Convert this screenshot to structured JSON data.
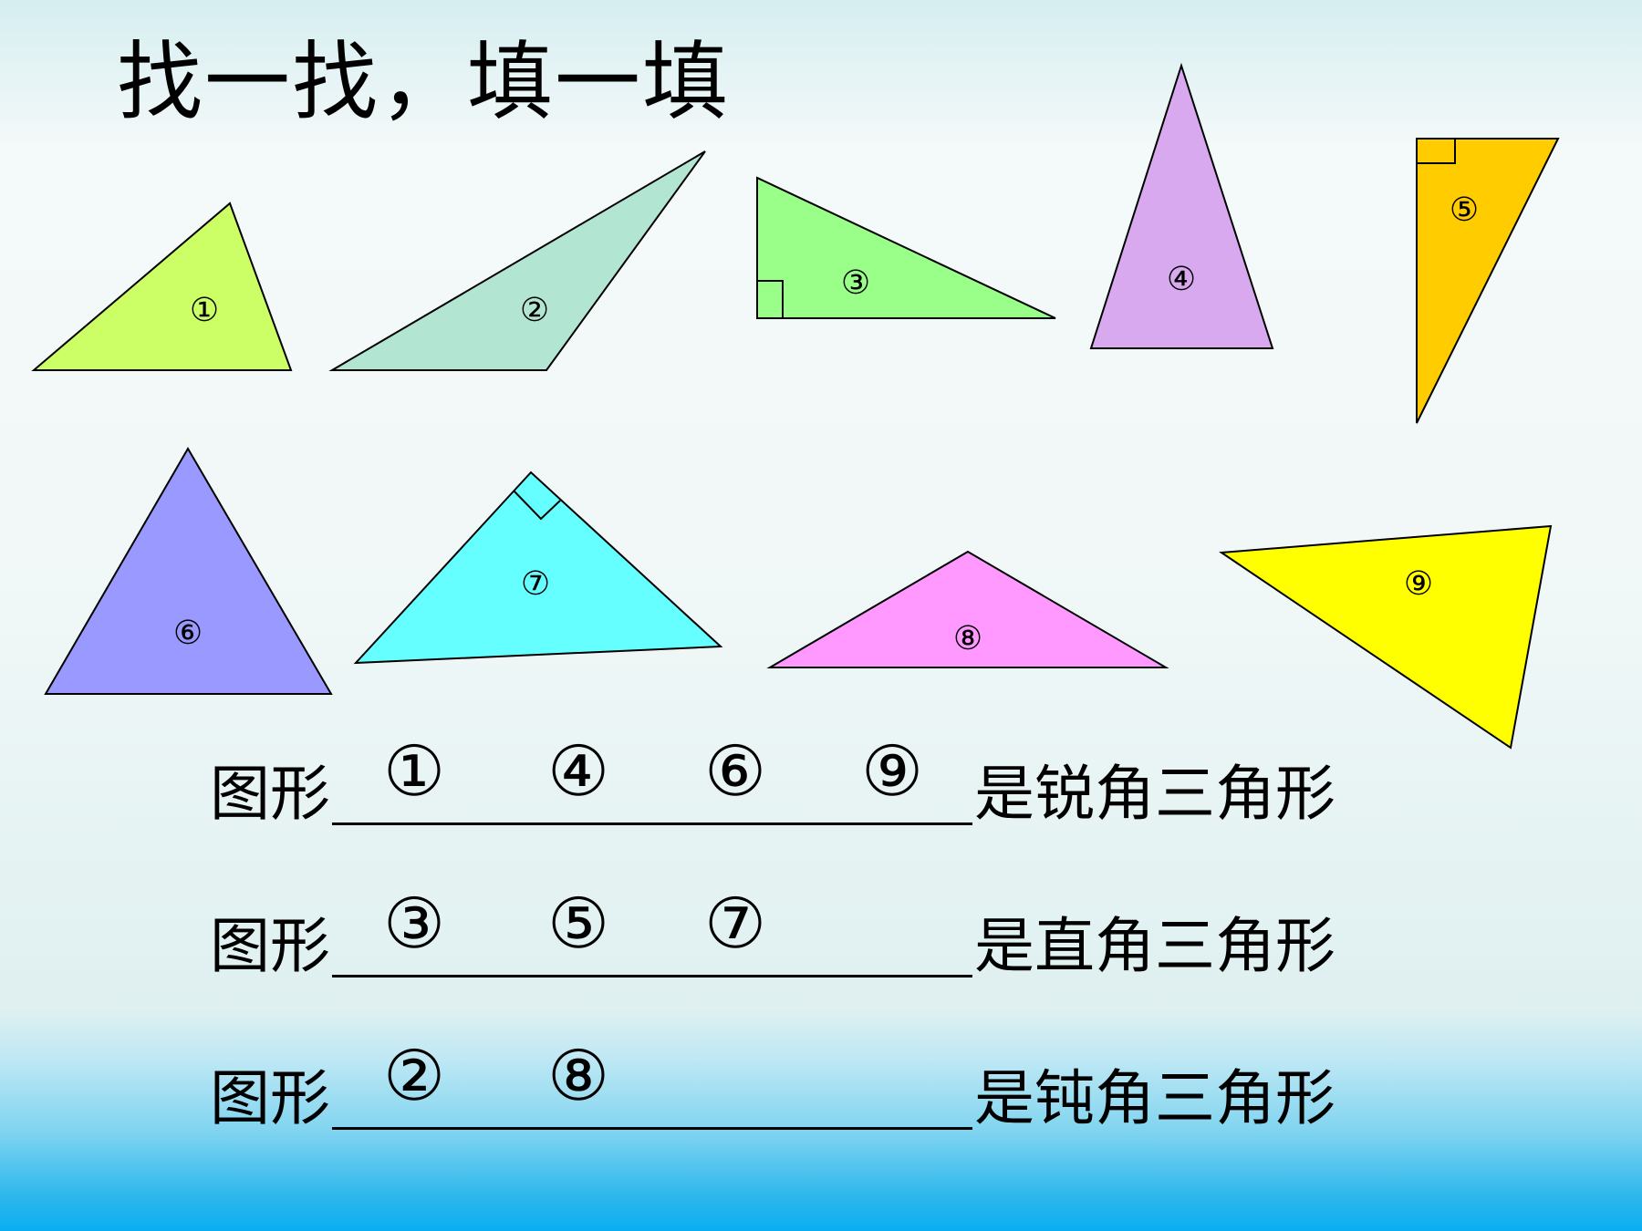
{
  "title": "找一找，填一填",
  "colors": {
    "shape_stroke": "#000000",
    "fill_1": "#CCFF66",
    "fill_2": "#B3E6D2",
    "fill_3": "#99FF88",
    "fill_4": "#D9A9F0",
    "fill_5": "#FFCC00",
    "fill_6": "#9999FF",
    "fill_7": "#66FFFF",
    "fill_8": "#FF99FF",
    "fill_9": "#FFFF00"
  },
  "shapes": [
    {
      "label": "①",
      "fill": "#CCFF66",
      "right_angle": false
    },
    {
      "label": "②",
      "fill": "#B3E6D2",
      "right_angle": false
    },
    {
      "label": "③",
      "fill": "#99FF88",
      "right_angle": true
    },
    {
      "label": "④",
      "fill": "#D9A9F0",
      "right_angle": false
    },
    {
      "label": "⑤",
      "fill": "#FFCC00",
      "right_angle": true
    },
    {
      "label": "⑥",
      "fill": "#9999FF",
      "right_angle": false
    },
    {
      "label": "⑦",
      "fill": "#66FFFF",
      "right_angle": true
    },
    {
      "label": "⑧",
      "fill": "#FF99FF",
      "right_angle": false
    },
    {
      "label": "⑨",
      "fill": "#FFFF00",
      "right_angle": false
    }
  ],
  "rows": [
    {
      "prefix": "图形",
      "answers": [
        "①",
        "④",
        "⑥",
        "⑨"
      ],
      "suffix": "是锐角三角形"
    },
    {
      "prefix": "图形",
      "answers": [
        "③",
        "⑤",
        "⑦",
        ""
      ],
      "suffix": "是直角三角形"
    },
    {
      "prefix": "图形",
      "answers": [
        "②",
        "⑧",
        "",
        ""
      ],
      "suffix": "是钝角三角形"
    }
  ]
}
